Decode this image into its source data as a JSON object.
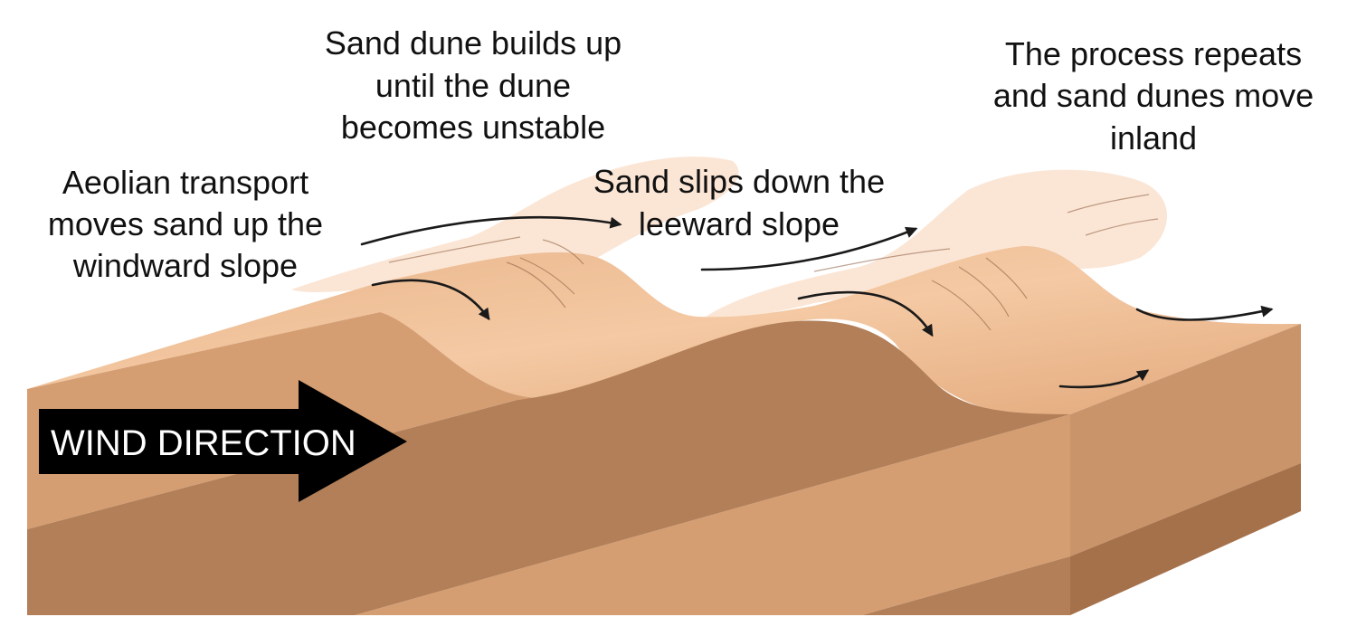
{
  "labels": {
    "buildup": [
      "Sand dune builds up",
      "until the dune",
      "becomes unstable"
    ],
    "aeolian": [
      "Aeolian transport",
      "moves sand up the",
      "windward slope"
    ],
    "slips": [
      "Sand slips down the",
      "leeward slope"
    ],
    "repeats": [
      "The process repeats",
      "and sand dunes move",
      "inland"
    ]
  },
  "wind_arrow": {
    "label": "WIND DIRECTION",
    "color": "#000000"
  },
  "colors": {
    "front_light": "#D59E72",
    "front_dark": "#B27F58",
    "side_face": "#C9946A",
    "side_face_dark": "#A5714B",
    "dune_surface_light": "#F4C9A3",
    "dune_surface_mid": "#E4AC80",
    "sand_cloud": "#FBE6D6"
  }
}
